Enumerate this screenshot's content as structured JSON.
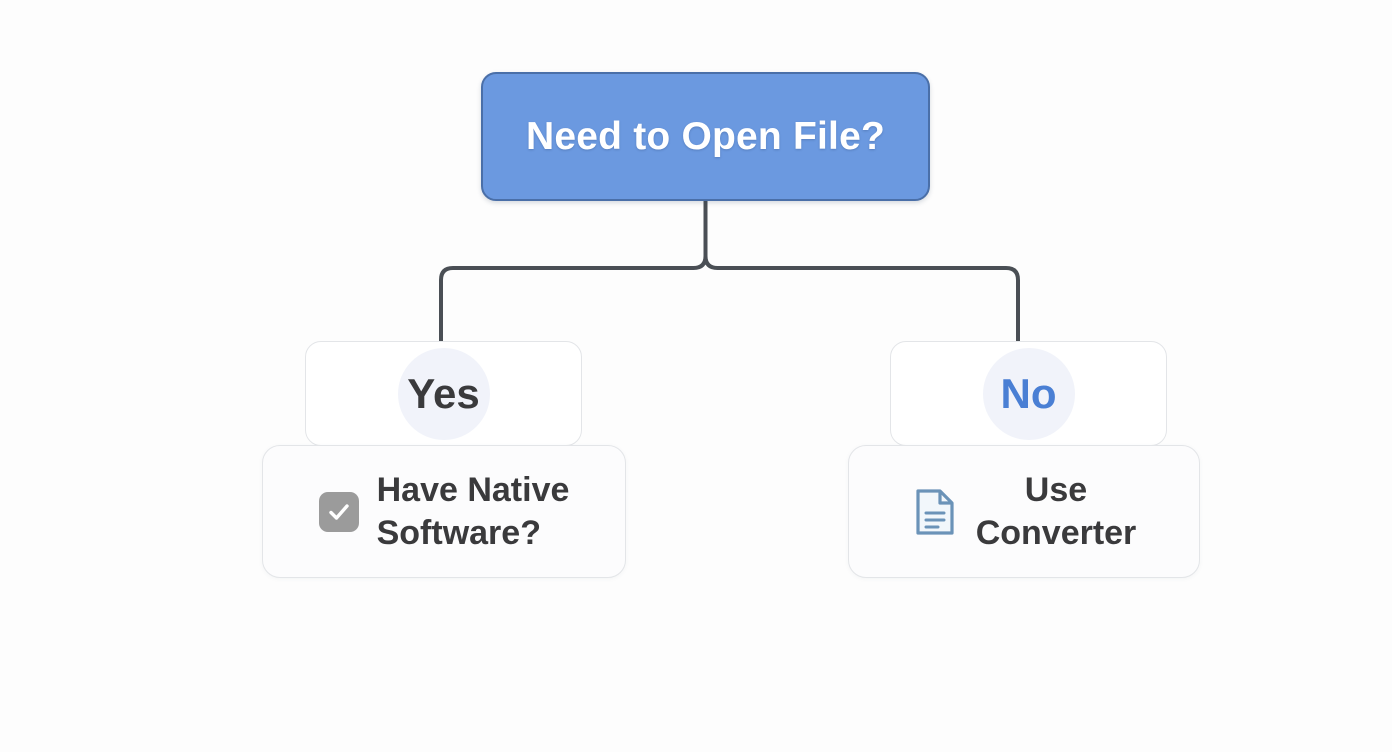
{
  "diagram": {
    "type": "flowchart",
    "title": "Need to Open File?",
    "background_color": "#fdfdfd",
    "root": {
      "label": "Need to Open File?",
      "fill_color": "#6b99e0",
      "border_color": "#4a6fa8",
      "text_color": "#ffffff"
    },
    "branches": [
      {
        "id": "yes",
        "label": "Yes",
        "text_color": "#3a3a3c",
        "halo_color": "#eef1f9",
        "leaf": {
          "id": "native",
          "label": "Have Native Software?",
          "line1": "Have Native",
          "line2": "Software?",
          "icon": "checkbox-checked-icon",
          "icon_color": "#9b9b9b",
          "icon_check_color": "#ffffff"
        }
      },
      {
        "id": "no",
        "label": "No",
        "text_color": "#4a7fd4",
        "halo_color": "#eef1f9",
        "leaf": {
          "id": "converter",
          "label": "Use Converter",
          "line1": "Use",
          "line2": "Converter",
          "icon": "document-file-icon",
          "icon_color": "#6b93b8",
          "icon_fill_color": "#f2f7fb"
        }
      }
    ],
    "connector": {
      "color": "#4a4f55",
      "width": 4
    }
  }
}
